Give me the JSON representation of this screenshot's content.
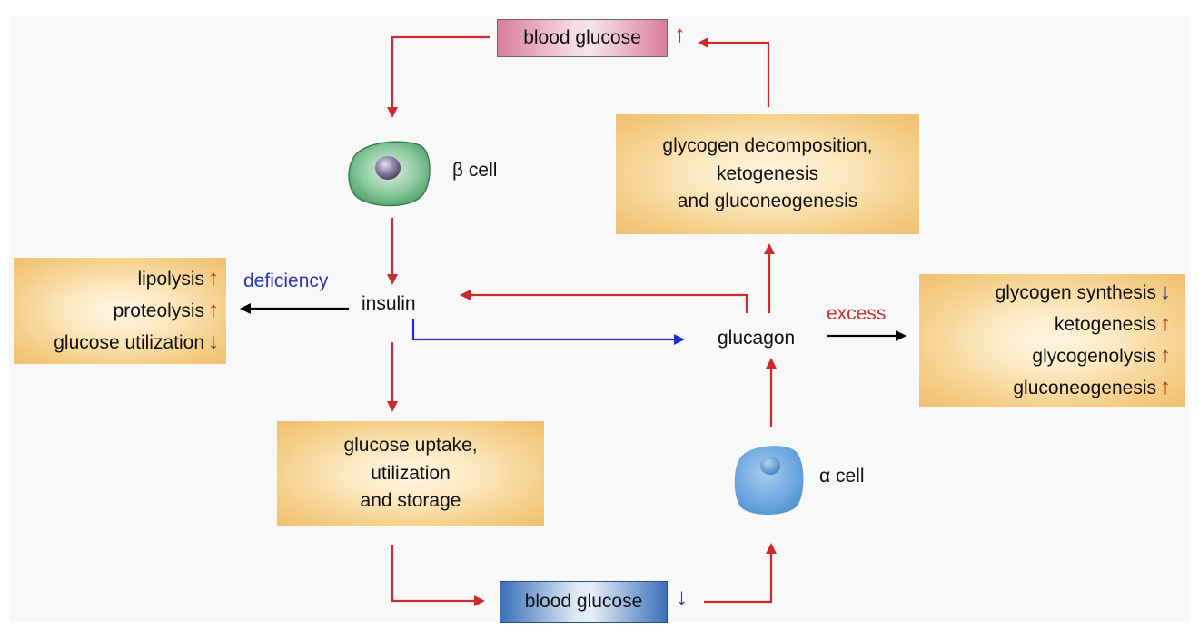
{
  "top_glucose": {
    "text": "blood glucose",
    "arrow": "↑"
  },
  "bottom_glucose": {
    "text": "blood glucose",
    "arrow": "↓"
  },
  "beta_cell": {
    "label": "β cell"
  },
  "alpha_cell": {
    "label": "α cell"
  },
  "insulin": "insulin",
  "glucagon": "glucagon",
  "deficiency": "deficiency",
  "excess": "excess",
  "decomposition_box": {
    "lines": [
      "glycogen decomposition,",
      "ketogenesis",
      "and gluconeogenesis"
    ]
  },
  "uptake_box": {
    "lines": [
      "glucose uptake,",
      "utilization",
      "and storage"
    ]
  },
  "deficiency_box": {
    "items": [
      {
        "text": "lipolysis",
        "arrow": "↑"
      },
      {
        "text": "proteolysis",
        "arrow": "↑"
      },
      {
        "text": "glucose utilization",
        "arrow": "↓"
      }
    ]
  },
  "excess_box": {
    "items": [
      {
        "text": "glycogen synthesis",
        "arrow": "↓"
      },
      {
        "text": "ketogenesis",
        "arrow": "↑"
      },
      {
        "text": "glycogenolysis",
        "arrow": "↑"
      },
      {
        "text": "gluconeogenesis",
        "arrow": "↑"
      }
    ]
  },
  "colors": {
    "red_arrow": "#cc2b2b",
    "blue_arrow": "#1c2fd0",
    "black_arrow": "#000000",
    "box_fill": "#f4cd85",
    "beta_cell": "#5fae7c",
    "alpha_cell": "#6aa6df"
  }
}
